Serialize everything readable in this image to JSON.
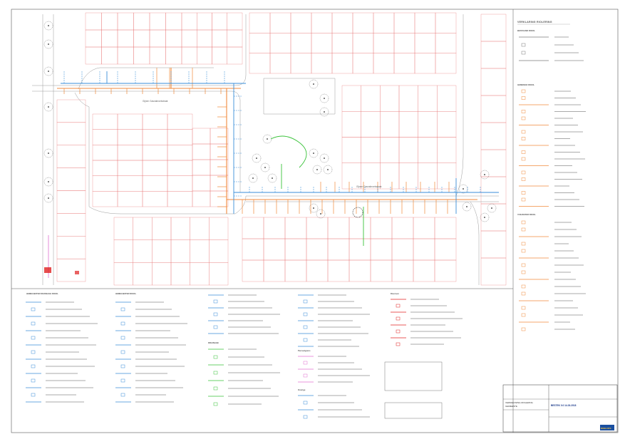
{
  "legend": {
    "title": "VERKLARING RIOLERING",
    "sections": [
      {
        "heading": "BESTAAND RIOOL"
      },
      {
        "heading": "GEMENGD RIOOL"
      },
      {
        "heading": "VUILWATER RIOOL"
      }
    ]
  },
  "map": {
    "street_labels": [
      "Gijnen Gasnabroekstraat",
      "Gijnen Gasnabroekstraat"
    ]
  },
  "bottom_legend": {
    "headings": [
      "HEMELWATER DRAINAGE RIOOL",
      "HEMELWATER RIOOL",
      "DRAINAGE",
      "Perceelgrens",
      "Diversen",
      "Overige"
    ]
  },
  "title_block": {
    "drawing_number": "BESTEK 0.0  14-03-2018",
    "company": "ROELOFS",
    "project_lines": [
      "VERNIEUWING RIOLERING",
      "GEMEENTE"
    ]
  },
  "colors": {
    "existing_pipe": "#7a7a7a",
    "combined": "#f08a3c",
    "rainwater": "#3a8ed8",
    "drainage": "#39c239",
    "parcel": "#e87878",
    "pink": "#e070d0",
    "red": "#e02020"
  }
}
